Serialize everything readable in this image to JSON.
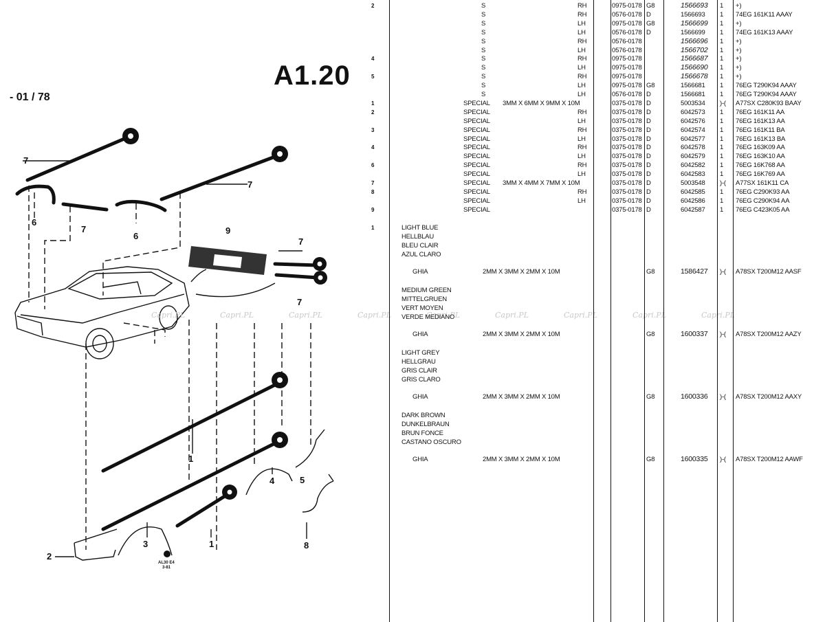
{
  "page": {
    "title": "A1.20",
    "date": "- 01 / 78"
  },
  "diagram": {
    "callouts": [
      "7",
      "7",
      "6",
      "7",
      "6",
      "9",
      "7",
      "7",
      "1",
      "4",
      "5",
      "3",
      "1",
      "2",
      "8"
    ],
    "stamp": [
      "AL30 E4",
      "3-81"
    ]
  },
  "watermark": [
    "Capri.PL",
    "Capri.PL",
    "Capri.PL",
    "Capri.PL",
    "Capri.PL",
    "Capri.PL",
    "Capri.PL",
    "Capri.PL",
    "Capri.PL"
  ],
  "parts_rows": [
    {
      "ref": "2",
      "item": "S",
      "dim": "",
      "side": "RH",
      "date": "0975-0178",
      "code": "G8",
      "part": "1566693",
      "ital": true,
      "qty": "1",
      "remark": "+)"
    },
    {
      "ref": "",
      "item": "S",
      "dim": "",
      "side": "RH",
      "date": "0576-0178",
      "code": "D",
      "part": "1566693",
      "ital": false,
      "qty": "1",
      "remark": "74EG 161K11 AAAY"
    },
    {
      "ref": "",
      "item": "S",
      "dim": "",
      "side": "LH",
      "date": "0975-0178",
      "code": "G8",
      "part": "1566699",
      "ital": true,
      "qty": "1",
      "remark": "+)"
    },
    {
      "ref": "",
      "item": "S",
      "dim": "",
      "side": "LH",
      "date": "0576-0178",
      "code": "D",
      "part": "1566699",
      "ital": false,
      "qty": "1",
      "remark": "74EG 161K13 AAAY"
    },
    {
      "ref": "",
      "item": "S",
      "dim": "",
      "side": "RH",
      "date": "0576-0178",
      "code": "",
      "part": "1566696",
      "ital": true,
      "qty": "1",
      "remark": "+)"
    },
    {
      "ref": "",
      "item": "S",
      "dim": "",
      "side": "LH",
      "date": "0576-0178",
      "code": "",
      "part": "1566702",
      "ital": true,
      "qty": "1",
      "remark": "+)"
    },
    {
      "ref": "4",
      "item": "S",
      "dim": "",
      "side": "RH",
      "date": "0975-0178",
      "code": "",
      "part": "1566687",
      "ital": true,
      "qty": "1",
      "remark": "+)"
    },
    {
      "ref": "",
      "item": "S",
      "dim": "",
      "side": "LH",
      "date": "0975-0178",
      "code": "",
      "part": "1566690",
      "ital": true,
      "qty": "1",
      "remark": "+)"
    },
    {
      "ref": "5",
      "item": "S",
      "dim": "",
      "side": "RH",
      "date": "0975-0178",
      "code": "",
      "part": "1566678",
      "ital": true,
      "qty": "1",
      "remark": "+)"
    },
    {
      "ref": "",
      "item": "S",
      "dim": "",
      "side": "LH",
      "date": "0975-0178",
      "code": "G8",
      "part": "1566681",
      "ital": false,
      "qty": "1",
      "remark": "76EG T290K94 AAAY"
    },
    {
      "ref": "",
      "item": "S",
      "dim": "",
      "side": "LH",
      "date": "0576-0178",
      "code": "D",
      "part": "1566681",
      "ital": false,
      "qty": "1",
      "remark": "76EG T290K94 AAAY"
    },
    {
      "ref": "1",
      "item": "SPECIAL",
      "dim": "3MM X 6MM X 9MM X 10M",
      "side": "",
      "date": "0375-0178",
      "code": "D",
      "part": "5003534",
      "ital": false,
      "qty": ")-(",
      "remark": "A77SX C280K93 BAAY"
    },
    {
      "ref": "2",
      "item": "SPECIAL",
      "dim": "",
      "side": "RH",
      "date": "0375-0178",
      "code": "D",
      "part": "6042573",
      "ital": false,
      "qty": "1",
      "remark": "76EG 161K11 AA"
    },
    {
      "ref": "",
      "item": "SPECIAL",
      "dim": "",
      "side": "LH",
      "date": "0375-0178",
      "code": "D",
      "part": "6042576",
      "ital": false,
      "qty": "1",
      "remark": "76EG 161K13 AA"
    },
    {
      "ref": "3",
      "item": "SPECIAL",
      "dim": "",
      "side": "RH",
      "date": "0375-0178",
      "code": "D",
      "part": "6042574",
      "ital": false,
      "qty": "1",
      "remark": "76EG 161K11 BA"
    },
    {
      "ref": "",
      "item": "SPECIAL",
      "dim": "",
      "side": "LH",
      "date": "0375-0178",
      "code": "D",
      "part": "6042577",
      "ital": false,
      "qty": "1",
      "remark": "76EG 161K13 BA"
    },
    {
      "ref": "4",
      "item": "SPECIAL",
      "dim": "",
      "side": "RH",
      "date": "0375-0178",
      "code": "D",
      "part": "6042578",
      "ital": false,
      "qty": "1",
      "remark": "76EG 163K09 AA"
    },
    {
      "ref": "",
      "item": "SPECIAL",
      "dim": "",
      "side": "LH",
      "date": "0375-0178",
      "code": "D",
      "part": "6042579",
      "ital": false,
      "qty": "1",
      "remark": "76EG 163K10 AA"
    },
    {
      "ref": "6",
      "item": "SPECIAL",
      "dim": "",
      "side": "RH",
      "date": "0375-0178",
      "code": "D",
      "part": "6042582",
      "ital": false,
      "qty": "1",
      "remark": "76EG 16K768 AA"
    },
    {
      "ref": "",
      "item": "SPECIAL",
      "dim": "",
      "side": "LH",
      "date": "0375-0178",
      "code": "D",
      "part": "6042583",
      "ital": false,
      "qty": "1",
      "remark": "76EG 16K769 AA"
    },
    {
      "ref": "7",
      "item": "SPECIAL",
      "dim": "3MM X 4MM X 7MM X 10M",
      "side": "",
      "date": "0375-0178",
      "code": "D",
      "part": "5003548",
      "ital": false,
      "qty": ")-(",
      "remark": "A77SX 161K11 CA"
    },
    {
      "ref": "8",
      "item": "SPECIAL",
      "dim": "",
      "side": "RH",
      "date": "0375-0178",
      "code": "D",
      "part": "6042585",
      "ital": false,
      "qty": "1",
      "remark": "76EG C290K93 AA"
    },
    {
      "ref": "",
      "item": "SPECIAL",
      "dim": "",
      "side": "LH",
      "date": "0375-0178",
      "code": "D",
      "part": "6042586",
      "ital": false,
      "qty": "1",
      "remark": "76EG C290K94 AA"
    },
    {
      "ref": "9",
      "item": "SPECIAL",
      "dim": "",
      "side": "",
      "date": "0375-0178",
      "code": "D",
      "part": "6042587",
      "ital": false,
      "qty": "1",
      "remark": "76EG C423K05 AA"
    }
  ],
  "color_groups": [
    {
      "ref": "1",
      "names": [
        "LIGHT BLUE",
        "HELLBLAU",
        "BLEU CLAIR",
        "AZUL CLARO"
      ],
      "item": "GHIA",
      "dim": "2MM X 3MM X 2MM X 10M",
      "code": "G8",
      "part": "1586427",
      "qty": ")-(",
      "remark": "A78SX T200M12 AASF"
    },
    {
      "ref": "",
      "names": [
        "MEDIUM GREEN",
        "MITTELGRUEN",
        "VERT MOYEN",
        "VERDE MEDIANO"
      ],
      "item": "GHIA",
      "dim": "2MM X 3MM X 2MM X 10M",
      "code": "G8",
      "part": "1600337",
      "qty": ")-(",
      "remark": "A78SX T200M12 AAZY"
    },
    {
      "ref": "",
      "names": [
        "LIGHT GREY",
        "HELLGRAU",
        "GRIS CLAIR",
        "GRIS CLARO"
      ],
      "item": "GHIA",
      "dim": "2MM X 3MM X 2MM X 10M",
      "code": "G8",
      "part": "1600336",
      "qty": ")-(",
      "remark": "A78SX T200M12 AAXY"
    },
    {
      "ref": "",
      "names": [
        "DARK BROWN",
        "DUNKELBRAUN",
        "BRUN FONCE",
        "CASTANO OSCURO"
      ],
      "item": "GHIA",
      "dim": "2MM X 3MM X 2MM X 10M",
      "code": "G8",
      "part": "1600335",
      "qty": ")-(",
      "remark": "A78SX T200M12 AAWF"
    }
  ]
}
